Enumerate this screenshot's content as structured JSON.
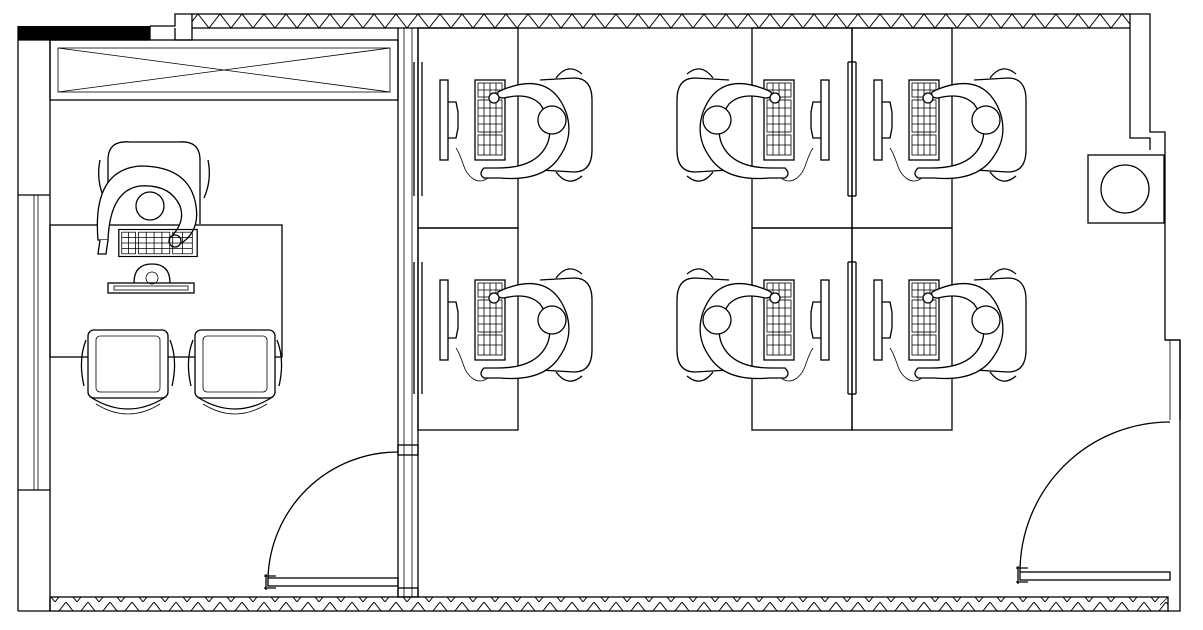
{
  "drawing": {
    "type": "office floor plan",
    "rooms": [
      "private-office",
      "open-office"
    ],
    "line_color": "#000000",
    "background_color": "#ffffff",
    "private_office": {
      "desks": 1,
      "workstation": [
        "monitor",
        "keyboard",
        "office-chair",
        "person"
      ],
      "visitor_chairs": 2,
      "windows": [
        "top-window",
        "left-window"
      ]
    },
    "open_office": {
      "workstations": 6,
      "workstation": [
        "monitor",
        "keyboard",
        "office-chair",
        "person"
      ],
      "features": [
        "column"
      ]
    },
    "doors": [
      "private-office-door",
      "open-office-door"
    ]
  }
}
